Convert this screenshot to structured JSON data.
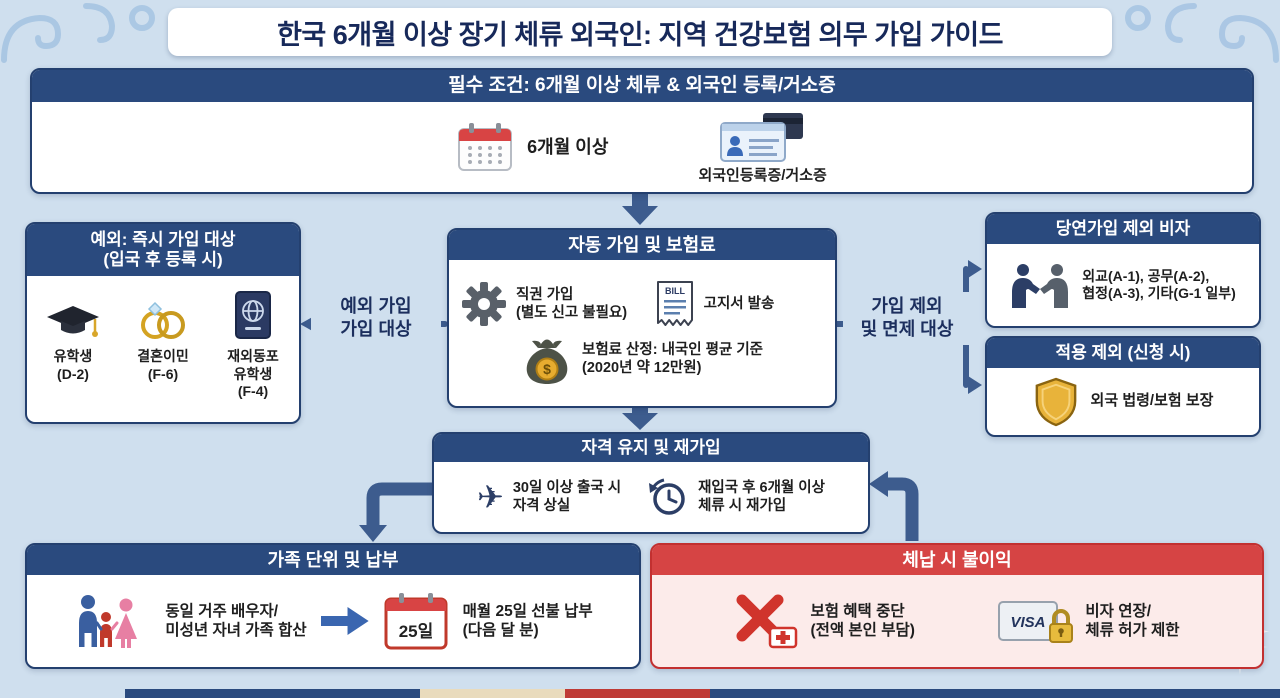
{
  "colors": {
    "background": "#cfdfee",
    "header_navy": "#2a4a7e",
    "border_navy": "#24406f",
    "title_navy": "#17295a",
    "arrow_blue": "#3d5c8e",
    "alert_red": "#d64444",
    "gold_accent": "#e7ac2f"
  },
  "title": "한국 6개월 이상 장기 체류 외국인: 지역 건강보험 의무 가입 가이드",
  "requirements": {
    "header": "필수 조건: 6개월 이상 체류 & 외국인 등록/거소증",
    "duration_label": "6개월 이상",
    "id_label": "외국인등록증/거소증"
  },
  "exception": {
    "header": "예외: 즉시 가입 대상\n(입국 후 등록 시)",
    "connector_label": "예외 가입\n가입 대상",
    "items": [
      {
        "icon": "graduation-cap-icon",
        "label": "유학생\n(D-2)"
      },
      {
        "icon": "wedding-rings-icon",
        "label": "결혼이민\n(F-6)"
      },
      {
        "icon": "passport-icon",
        "label": "재외동포\n유학생\n(F-4)"
      }
    ]
  },
  "auto_enroll": {
    "header": "자동 가입 및 보험료",
    "bill_text": "BILL",
    "money_symbol": "$",
    "items": [
      {
        "icon": "gear-icon",
        "label": "직권 가입\n(별도 신고 불필요)"
      },
      {
        "icon": "bill-icon",
        "label": "고지서 발송"
      },
      {
        "icon": "money-bag-icon",
        "label": "보험료 산정: 내국인 평균 기준\n(2020년 약 12만원)"
      }
    ]
  },
  "exclusion": {
    "connector_label": "가입 제외\n및 면제 대상",
    "visa_box": {
      "header": "당연가입 제외 비자",
      "label": "외교(A-1), 공무(A-2),\n협정(A-3), 기타(G-1 일부)"
    },
    "exempt_box": {
      "header": "적용 제외 (신청 시)",
      "label": "외국 법령/보험 보장"
    }
  },
  "retention": {
    "header": "자격 유지 및 재가입",
    "airplane_glyph": "✈",
    "items": [
      {
        "icon": "airplane-icon",
        "label": "30일 이상 출국 시\n자격 상실"
      },
      {
        "icon": "clock-icon",
        "label": "재입국 후 6개월 이상\n체류 시 재가입"
      }
    ]
  },
  "family": {
    "header": "가족 단위 및 납부",
    "member_label": "동일 거주 배우자/\n미성년 자녀 가족 합산",
    "calendar_label": "25일",
    "payment_label": "매월 25일 선불 납부\n(다음 달 분)"
  },
  "penalty": {
    "header": "체납 시 불이익",
    "visa_text": "VISA",
    "items": [
      {
        "icon": "insurance-stop-icon",
        "label": "보험 혜택 중단\n(전액 본인 부담)"
      },
      {
        "icon": "visa-restriction-icon",
        "label": "비자 연장/\n체류 허가 제한"
      }
    ]
  }
}
